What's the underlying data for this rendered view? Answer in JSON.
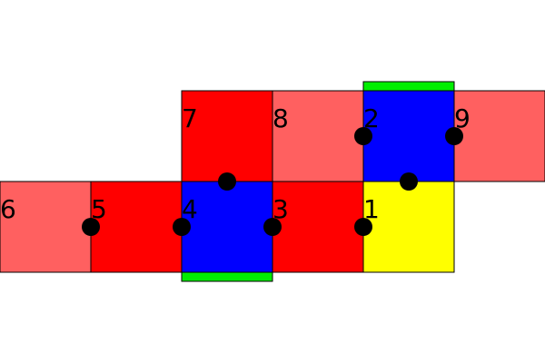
{
  "colors": {
    "red": "#ff0000",
    "light_red": "#ff6060",
    "blue": "#0000ff",
    "yellow": "#ffff00",
    "green": "#00ee00",
    "black": "#000000"
  },
  "tiles": [
    {
      "id": "tile-6",
      "color": "light_red"
    },
    {
      "id": "tile-5",
      "color": "red"
    },
    {
      "id": "tile-4",
      "color": "blue"
    },
    {
      "id": "tile-3",
      "color": "red"
    },
    {
      "id": "tile-1",
      "color": "yellow"
    },
    {
      "id": "tile-7",
      "color": "red"
    },
    {
      "id": "tile-8",
      "color": "light_red"
    },
    {
      "id": "tile-2",
      "color": "blue"
    },
    {
      "id": "tile-9",
      "color": "light_red"
    }
  ],
  "bars": [
    {
      "id": "green-bar-top",
      "color": "green"
    },
    {
      "id": "green-bar-bottom",
      "color": "green"
    }
  ],
  "labels": {
    "l1": "1",
    "l2": "2",
    "l3": "3",
    "l4": "4",
    "l5": "5",
    "l6": "6",
    "l7": "7",
    "l8": "8",
    "l9": "9"
  }
}
